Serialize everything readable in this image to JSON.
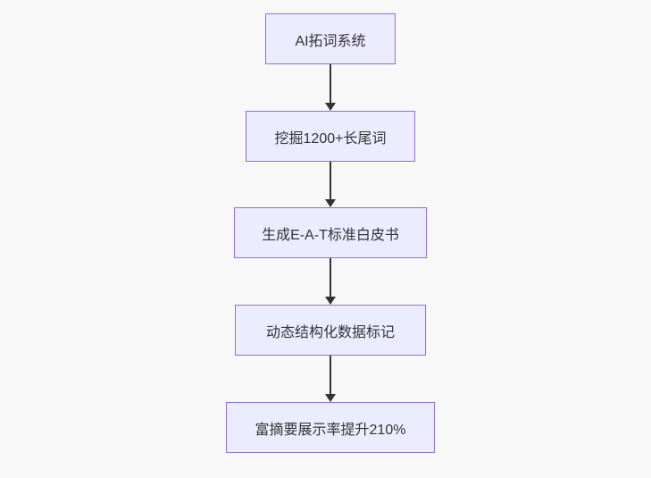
{
  "diagram": {
    "type": "flowchart",
    "direction": "top-down",
    "nodes": [
      {
        "id": "A",
        "label": "AI拓词系统"
      },
      {
        "id": "B",
        "label": "挖掘1200+长尾词"
      },
      {
        "id": "C",
        "label": "生成E-A-T标准白皮书"
      },
      {
        "id": "D",
        "label": "动态结构化数据标记"
      },
      {
        "id": "E",
        "label": "富摘要展示率提升210%"
      }
    ],
    "edges": [
      {
        "from": "A",
        "to": "B",
        "style": "arrow-down"
      },
      {
        "from": "B",
        "to": "C",
        "style": "arrow-down"
      },
      {
        "from": "C",
        "to": "D",
        "style": "arrow-down"
      },
      {
        "from": "D",
        "to": "E",
        "style": "arrow-down"
      }
    ],
    "colors": {
      "node_fill": "#ECECFF",
      "node_border": "#9370DB",
      "arrow": "#333333",
      "text": "#333333",
      "background": "#F8F8F8"
    }
  }
}
